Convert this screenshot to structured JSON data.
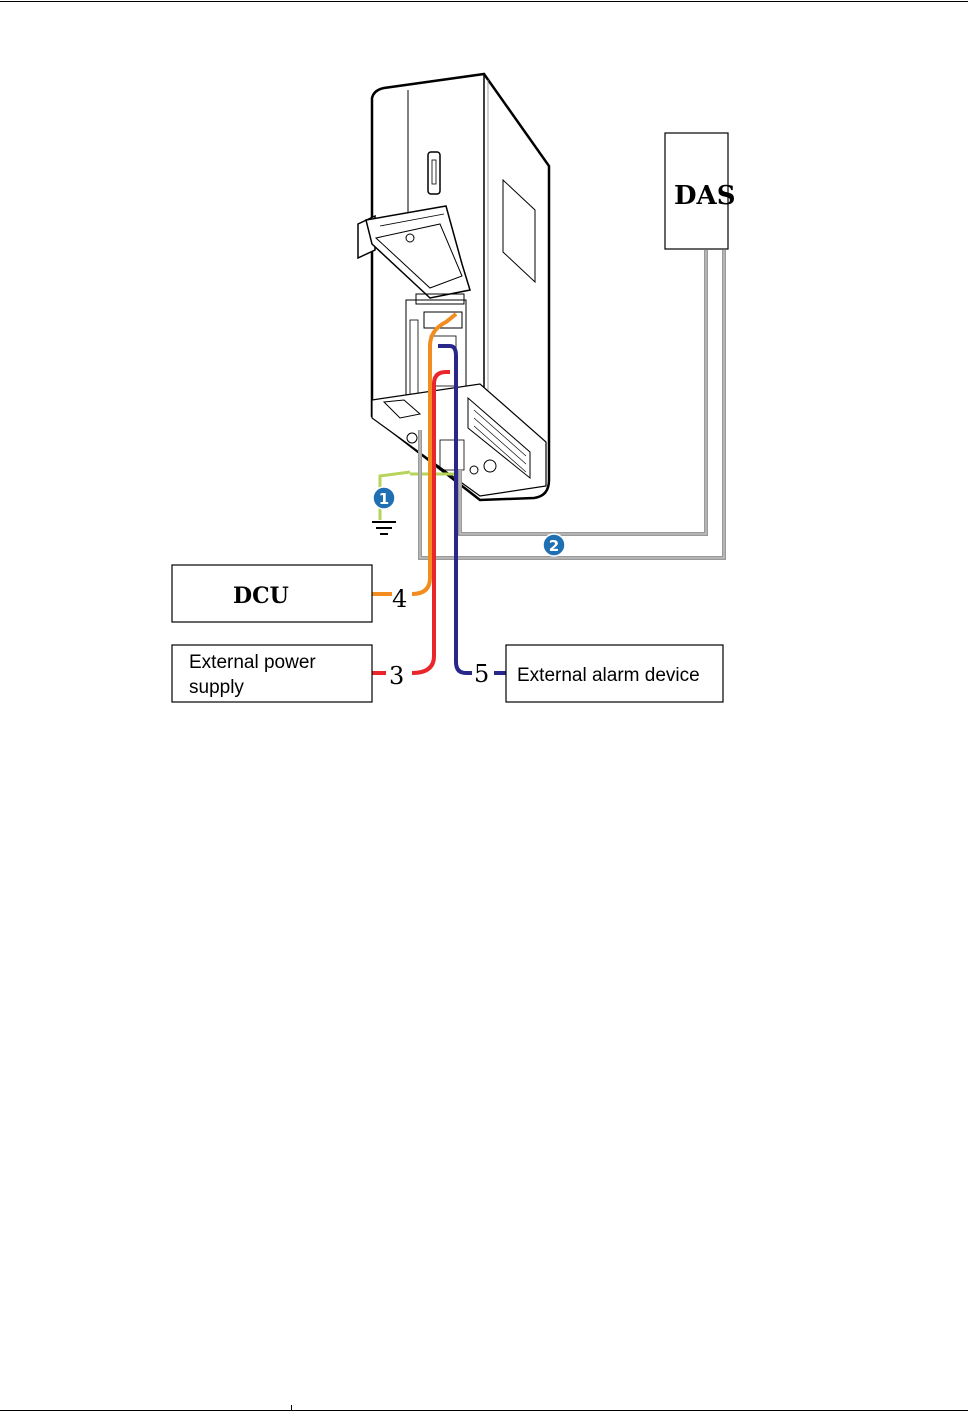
{
  "diagram": {
    "boxes": {
      "das": "DAS",
      "dcu": "DCU",
      "external_power_line1": "External power",
      "external_power_line2": "supply",
      "external_alarm": "External alarm device"
    },
    "cable_numbers": {
      "power": "3",
      "dcu": "4",
      "alarm": "5"
    },
    "callouts": {
      "ground": "1",
      "rf": "2"
    },
    "colors": {
      "ground_cable": "#b6d35a",
      "rf_cable": "#9a9a9a",
      "power_cable": "#e8262b",
      "dcu_cable": "#f28c1e",
      "alarm_cable": "#27288a",
      "callout_fill": "#1f6fb3",
      "outline": "#000000"
    },
    "icons": [
      "ground-symbol-icon",
      "callout-1-icon",
      "callout-2-icon"
    ]
  }
}
